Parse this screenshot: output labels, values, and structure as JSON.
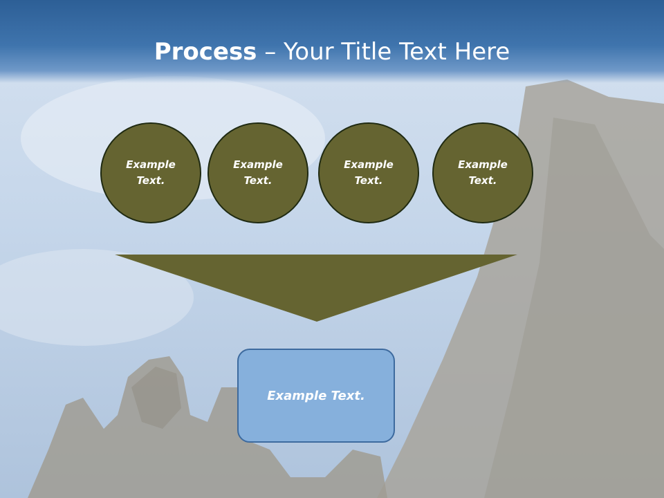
{
  "slide": {
    "title_bold": "Process",
    "title_rest": " – Your Title Text Here",
    "circles": [
      {
        "text": "Example Text."
      },
      {
        "text": "Example Text."
      },
      {
        "text": "Example Text."
      },
      {
        "text": "Example Text."
      }
    ],
    "result_box": {
      "text": "Example Text."
    }
  },
  "colors": {
    "header": "#3f74ad",
    "circle_fill": "#656431",
    "arrow_fill": "#656431",
    "box_fill": "#86b0dc"
  }
}
